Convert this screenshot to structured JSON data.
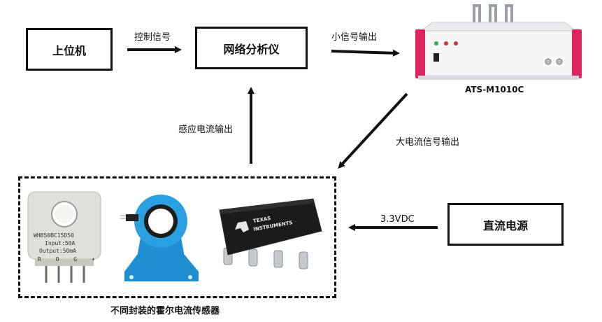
{
  "nodes": {
    "host": "上位机",
    "analyzer": "网络分析仪",
    "dc_supply": "直流电源"
  },
  "edges": {
    "control_signal": "控制信号",
    "small_signal_output": "小信号输出",
    "induced_current_output": "感应电流输出",
    "large_current_output": "大电流信号输出",
    "dc_voltage": "3.3VDC"
  },
  "instrument": {
    "model": "ATS-M1010C"
  },
  "sensor_group": {
    "caption": "不同封装的霍尔电流传感器",
    "sensor1": {
      "line1": "WHB50BC15D50",
      "line2": "Input:50A",
      "line3": "Output:50mA",
      "pins": "R O G +"
    },
    "sensor3": {
      "brand_line1": "TEXAS",
      "brand_line2": "INSTRUMENTS"
    }
  }
}
